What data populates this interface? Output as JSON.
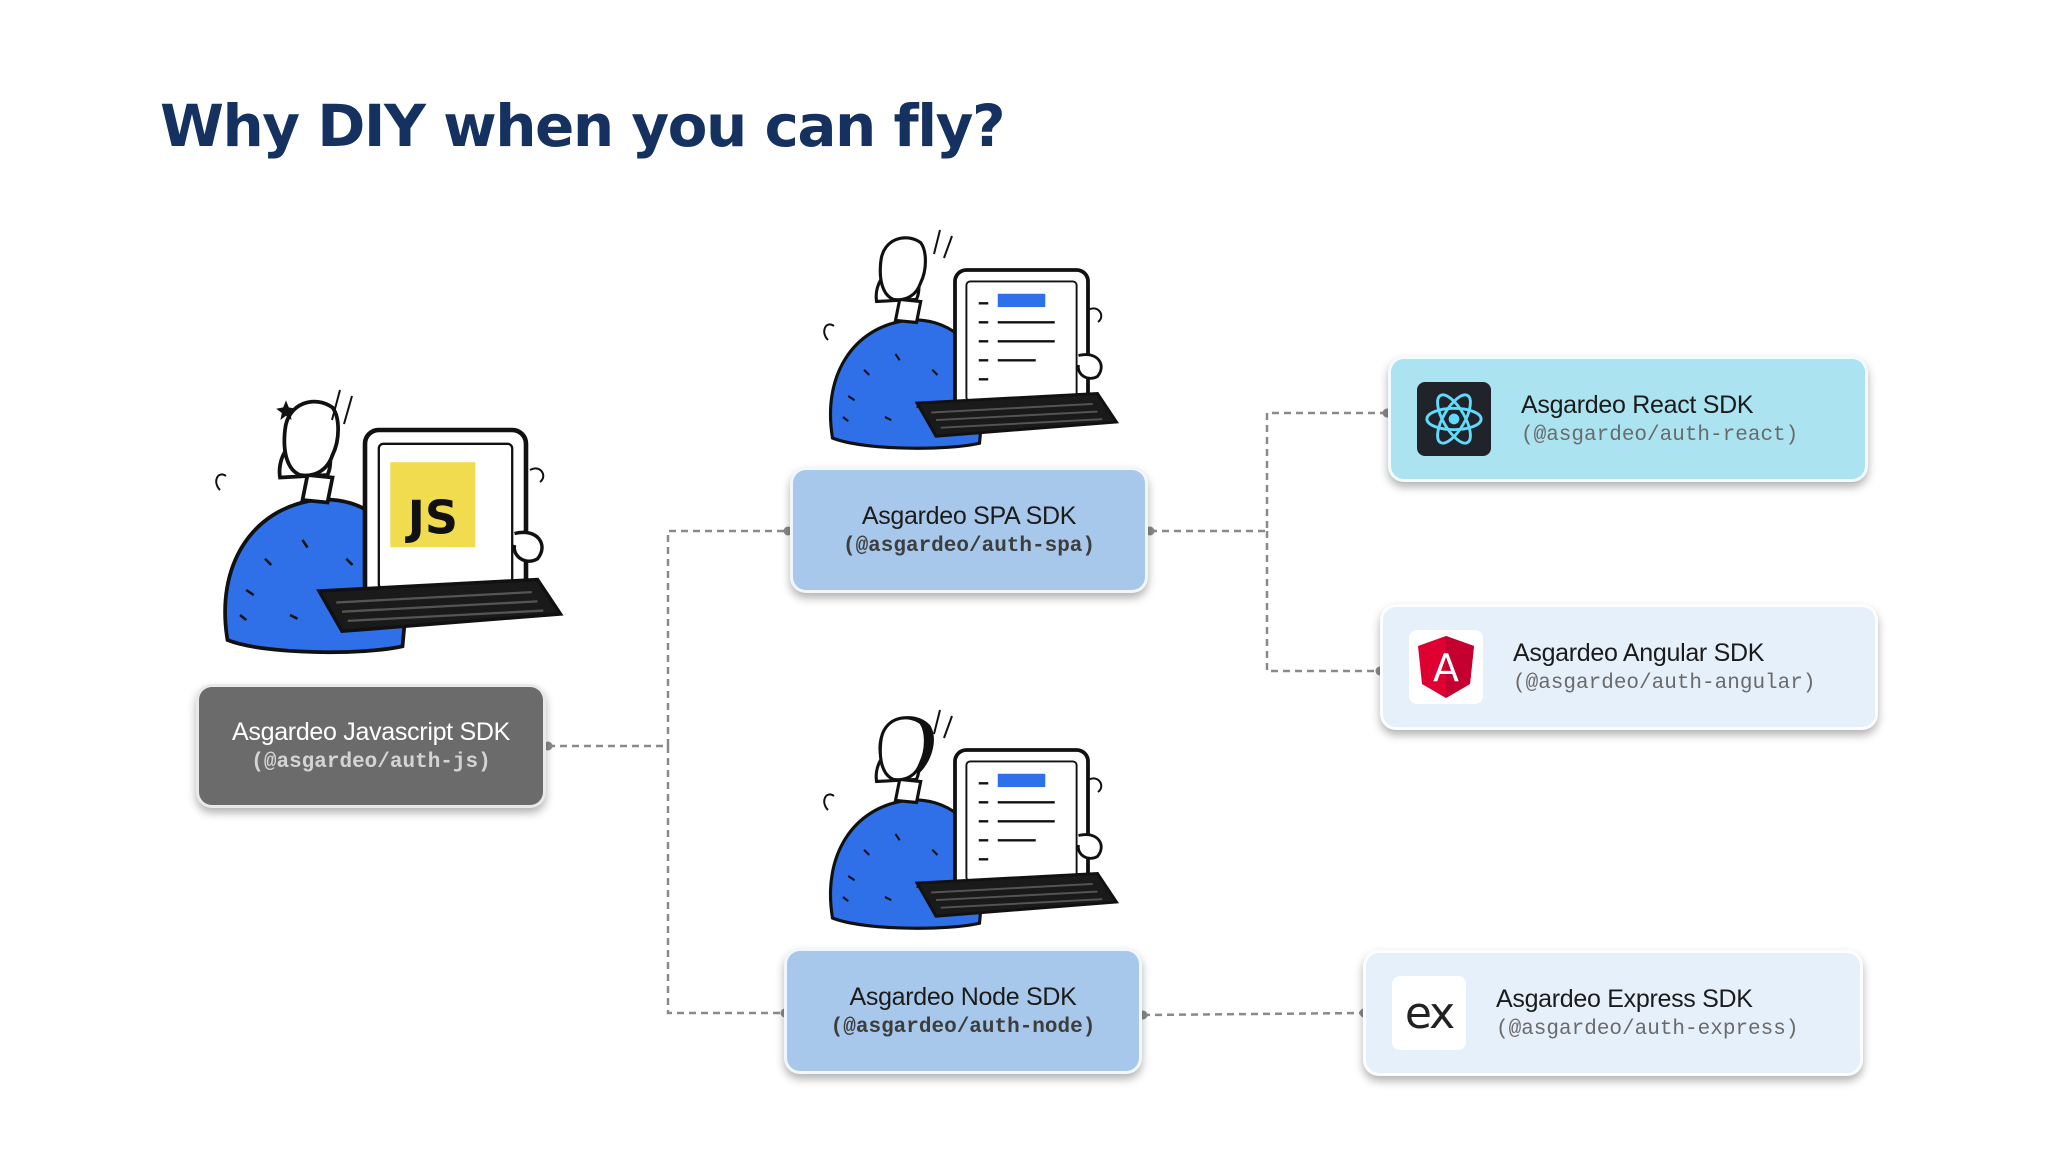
{
  "slide": {
    "title": "Why DIY when you can fly?"
  },
  "colors": {
    "title": "#14315f",
    "connector": "#8a8a8a",
    "js_node": "#6b6b6b",
    "spa_node": "#a8c8eb",
    "react_node": "#ace3f1",
    "light_node": "#e6f0fb",
    "figure_blue": "#2f6fe8",
    "js_logo": "#f0dc4e",
    "angular_red": "#dd0031",
    "react_cyan": "#61dafb"
  },
  "nodes": {
    "js": {
      "label": "Asgardeo Javascript SDK",
      "package": "(@asgardeo/auth-js)",
      "icon": "javascript-laptop-illustration",
      "badge": "JS"
    },
    "spa": {
      "label": "Asgardeo SPA SDK",
      "package": "(@asgardeo/auth-spa)",
      "icon": "browser-laptop-illustration"
    },
    "node": {
      "label": "Asgardeo Node SDK",
      "package": "(@asgardeo/auth-node)",
      "icon": "browser-laptop-illustration"
    },
    "react": {
      "label": "Asgardeo React SDK",
      "package": "(@asgardeo/auth-react)",
      "icon": "react-logo-icon"
    },
    "angular": {
      "label": "Asgardeo Angular SDK",
      "package": "(@asgardeo/auth-angular)",
      "icon": "angular-logo-icon",
      "letter": "A"
    },
    "express": {
      "label": "Asgardeo Express SDK",
      "package": "(@asgardeo/auth-express)",
      "icon": "express-logo-icon",
      "logo_text": "ex"
    }
  }
}
